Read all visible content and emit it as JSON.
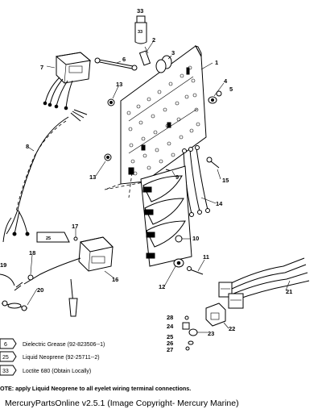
{
  "callouts": [
    "1",
    "2",
    "3",
    "4",
    "5",
    "6",
    "7",
    "8",
    "9",
    "10",
    "11",
    "12",
    "13",
    "13",
    "14",
    "15",
    "16",
    "17",
    "18",
    "19",
    "20",
    "21",
    "22",
    "23",
    "24",
    "25",
    "26",
    "27",
    "28",
    "33"
  ],
  "tube_labels": {
    "t33": "33",
    "t25": "25"
  },
  "legend": [
    {
      "code": "6",
      "text": "Dielectric Grease (92-823506--1)"
    },
    {
      "code": "25",
      "text": "Liquid Neoprene (92-25711--2)"
    },
    {
      "code": "33",
      "text": "Loctite 680 (Obtain Locally)"
    }
  ],
  "note": "OTE: apply Liquid Neoprene to all eyelet wiring terminal connections.",
  "footer": "MercuryPartsOnline v2.5.1 (Image Copyright- Mercury Marine)",
  "icons": [
    "tube-icon",
    "grease-tube-icon",
    "rectifier-icon",
    "coil-pack-icon",
    "stator-icon",
    "harness-icon",
    "plate-icon"
  ]
}
